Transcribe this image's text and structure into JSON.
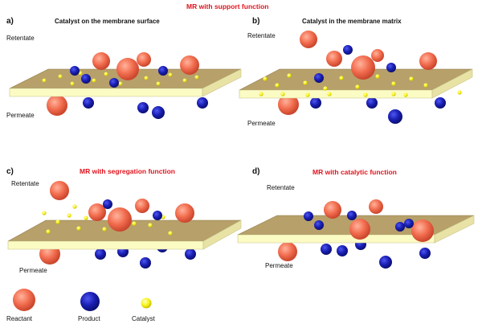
{
  "title": "MR with support function",
  "colors": {
    "reactant": "#f26d4f",
    "product": "#1a1fb5",
    "catalyst": "#f7f21a",
    "membrane_top": "#b7a06a",
    "membrane_side": "#fbfbc4",
    "title_red": "#e0141e"
  },
  "panels": {
    "a": {
      "letter": "a)",
      "heading": "Catalyst on the membrane surface",
      "retentate": "Retentate",
      "permeate": "Permeate"
    },
    "b": {
      "letter": "b)",
      "heading": "Catalyst in the membrane matrix",
      "retentate": "Retentate",
      "permeate": "Permeate"
    },
    "c": {
      "letter": "c)",
      "heading": "MR with segregation function",
      "retentate": "Retentate",
      "permeate": "Permeate"
    },
    "d": {
      "letter": "d)",
      "heading": "MR with catalytic function",
      "retentate": "Retentate",
      "permeate": "Permeate"
    }
  },
  "legend": {
    "reactant": "Reactant",
    "product": "Product",
    "catalyst": "Catalyst"
  }
}
